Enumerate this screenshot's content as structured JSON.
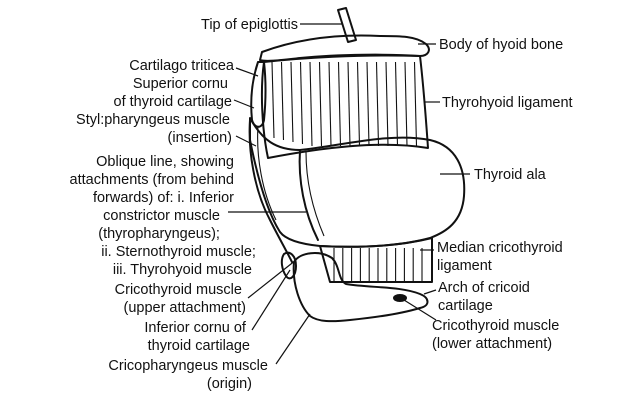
{
  "labels": {
    "tip_of_epiglottis": "Tip of epiglottis",
    "body_of_hyoid_bone": "Body of hyoid bone",
    "thyrohyoid_ligament": "Thyrohyoid ligament",
    "thyroid_ala": "Thyroid ala",
    "median_cricothyroid_ligament": [
      "Median cricothyroid",
      "ligament"
    ],
    "arch_of_cricoid_cartilage": [
      "Arch of cricoid",
      "cartilage"
    ],
    "cricothyroid_lower_attachment": [
      "Cricothyroid muscle",
      "(lower attachment)"
    ],
    "cartilago_triticea": "Cartilago triticea",
    "superior_cornu": [
      "Superior cornu",
      "of thyroid cartilage"
    ],
    "stylopharyngeus": [
      "Styl:pharyngeus muscle",
      "(insertion)"
    ],
    "oblique_line": [
      "Oblique line, showing",
      "attachments (from behind",
      "forwards) of: i. Inferior",
      "constrictor muscle",
      "(thyropharyngeus);",
      "ii. Sternothyroid muscle;",
      "iii. Thyrohyoid muscle"
    ],
    "cricothyroid_upper_attachment": [
      "Cricothyroid muscle",
      "(upper attachment)"
    ],
    "inferior_cornu": [
      "Inferior cornu of",
      "thyroid cartilage"
    ],
    "cricopharyngeus": [
      "Cricopharyngeus muscle",
      "(origin)"
    ]
  }
}
